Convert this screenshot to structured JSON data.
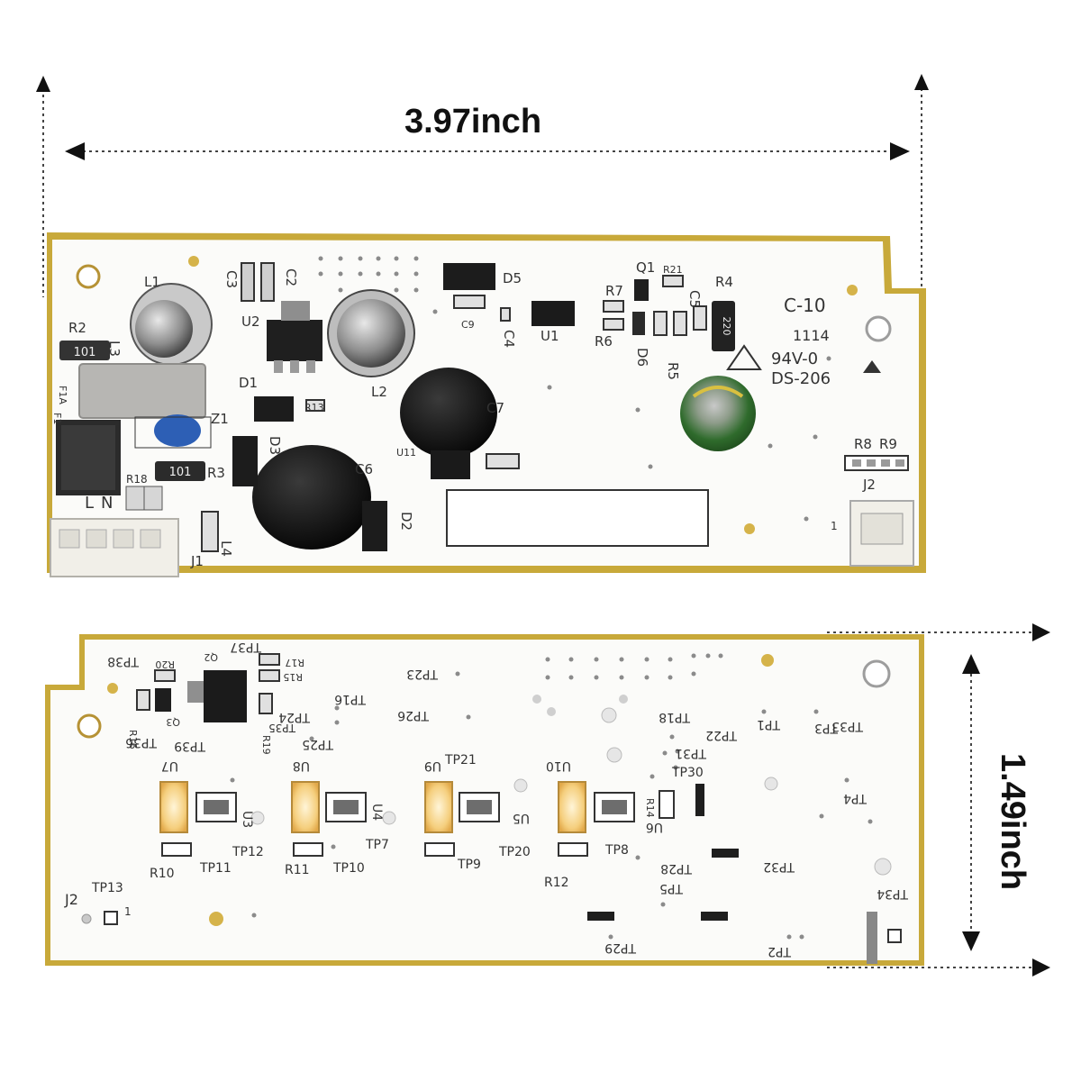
{
  "dimensions": {
    "width_label": "3.97inch",
    "height_label": "1.49inch"
  },
  "top_board": {
    "silkscreen": {
      "board_code": "C-10",
      "rating": "94V-0",
      "model": "DS-206",
      "date_code": "1114",
      "labels": [
        "L1",
        "L2",
        "L3",
        "L4",
        "R2",
        "R3",
        "R4",
        "R5",
        "R6",
        "R7",
        "R8",
        "R9",
        "R13",
        "R18",
        "R21",
        "C2",
        "C3",
        "C4",
        "C5",
        "C6",
        "C7",
        "C9",
        "D1",
        "D2",
        "D3",
        "D5",
        "D6",
        "U1",
        "U2",
        "U11",
        "Q1",
        "Z1",
        "F1",
        "F1A",
        "J1",
        "J2",
        "N",
        "L",
        "1"
      ],
      "resistor_marks": [
        "101",
        "101",
        "220"
      ]
    }
  },
  "bottom_board": {
    "silkscreen": {
      "labels": [
        "TP1",
        "TP2",
        "TP3",
        "TP4",
        "TP5",
        "TP7",
        "TP8",
        "TP9",
        "TP10",
        "TP11",
        "TP12",
        "TP13",
        "TP16",
        "TP18",
        "TP20",
        "TP21",
        "TP22",
        "TP23",
        "TP24",
        "TP25",
        "TP26",
        "TP28",
        "TP29",
        "TP30",
        "TP31",
        "TP32",
        "TP33",
        "TP34",
        "TP35",
        "TP36",
        "TP37",
        "TP38",
        "TP39",
        "R10",
        "R11",
        "R12",
        "R14",
        "R15",
        "R16",
        "R17",
        "R19",
        "R20",
        "Q2",
        "Q3",
        "U3",
        "U4",
        "U5",
        "U6",
        "U7",
        "U8",
        "U9",
        "U10",
        "J2",
        "1"
      ]
    }
  }
}
